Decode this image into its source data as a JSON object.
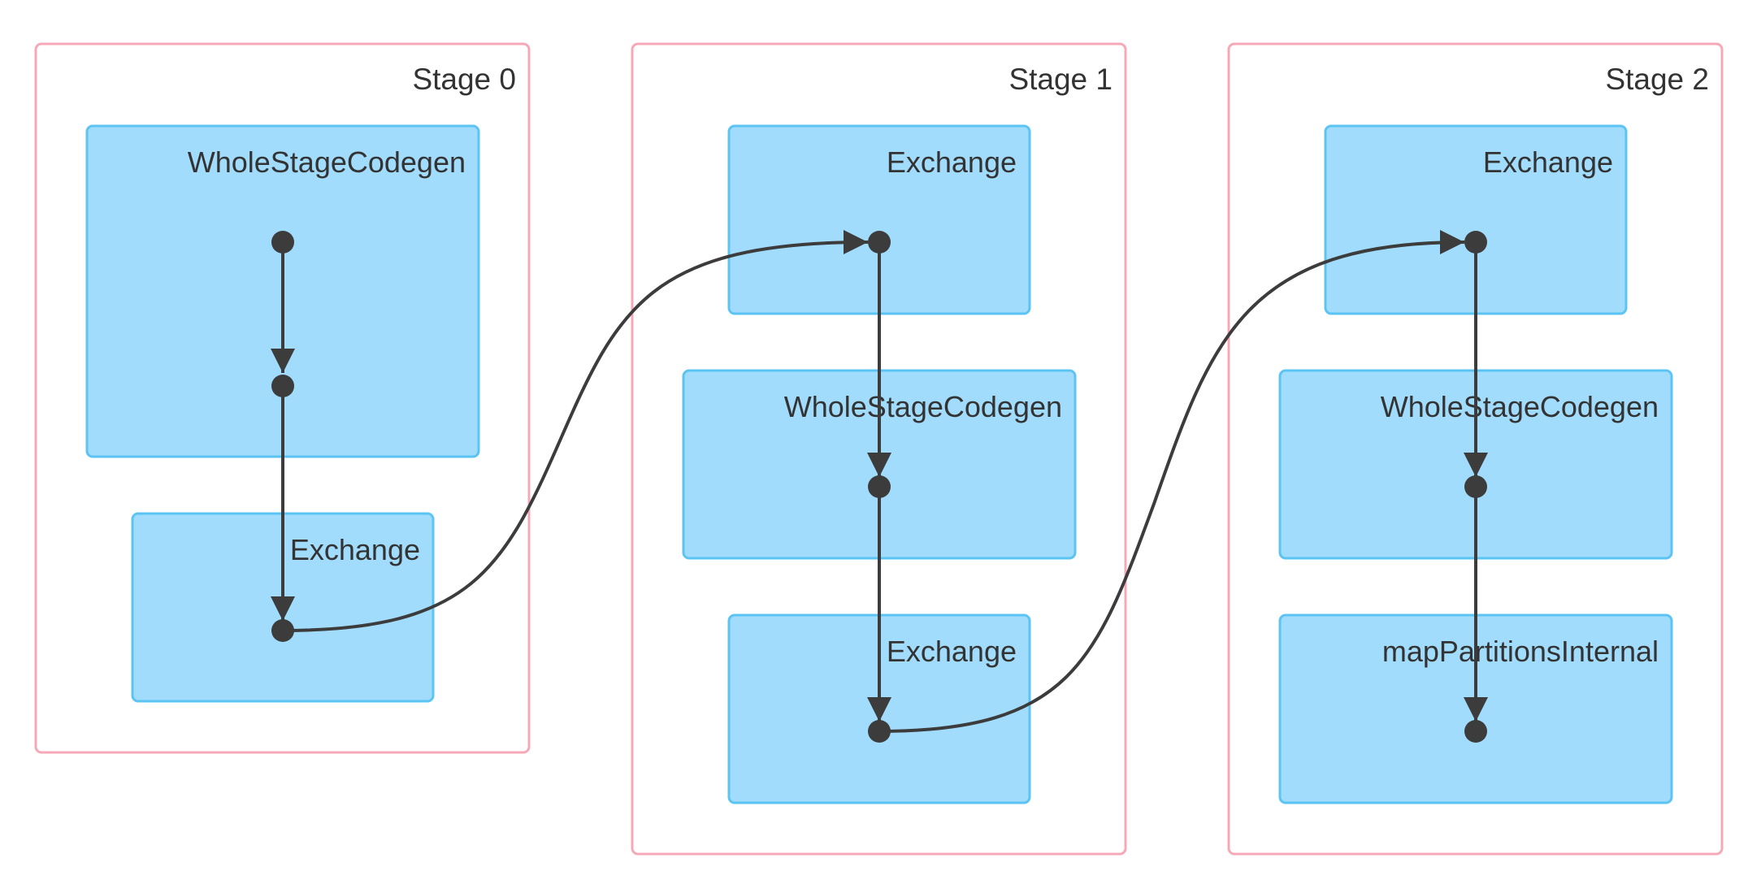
{
  "stages": [
    {
      "label": "Stage 0",
      "clusters": [
        {
          "label": "WholeStageCodegen"
        },
        {
          "label": "Exchange"
        }
      ]
    },
    {
      "label": "Stage 1",
      "clusters": [
        {
          "label": "Exchange"
        },
        {
          "label": "WholeStageCodegen"
        },
        {
          "label": "Exchange"
        }
      ]
    },
    {
      "label": "Stage 2",
      "clusters": [
        {
          "label": "Exchange"
        },
        {
          "label": "WholeStageCodegen"
        },
        {
          "label": "mapPartitionsInternal"
        }
      ]
    }
  ],
  "colors": {
    "stage_border": "#f7a8b8",
    "cluster_fill": "#a1dcfc",
    "cluster_border": "#5cc4f2",
    "node_and_edge": "#3c3c3c",
    "text": "#333333"
  }
}
